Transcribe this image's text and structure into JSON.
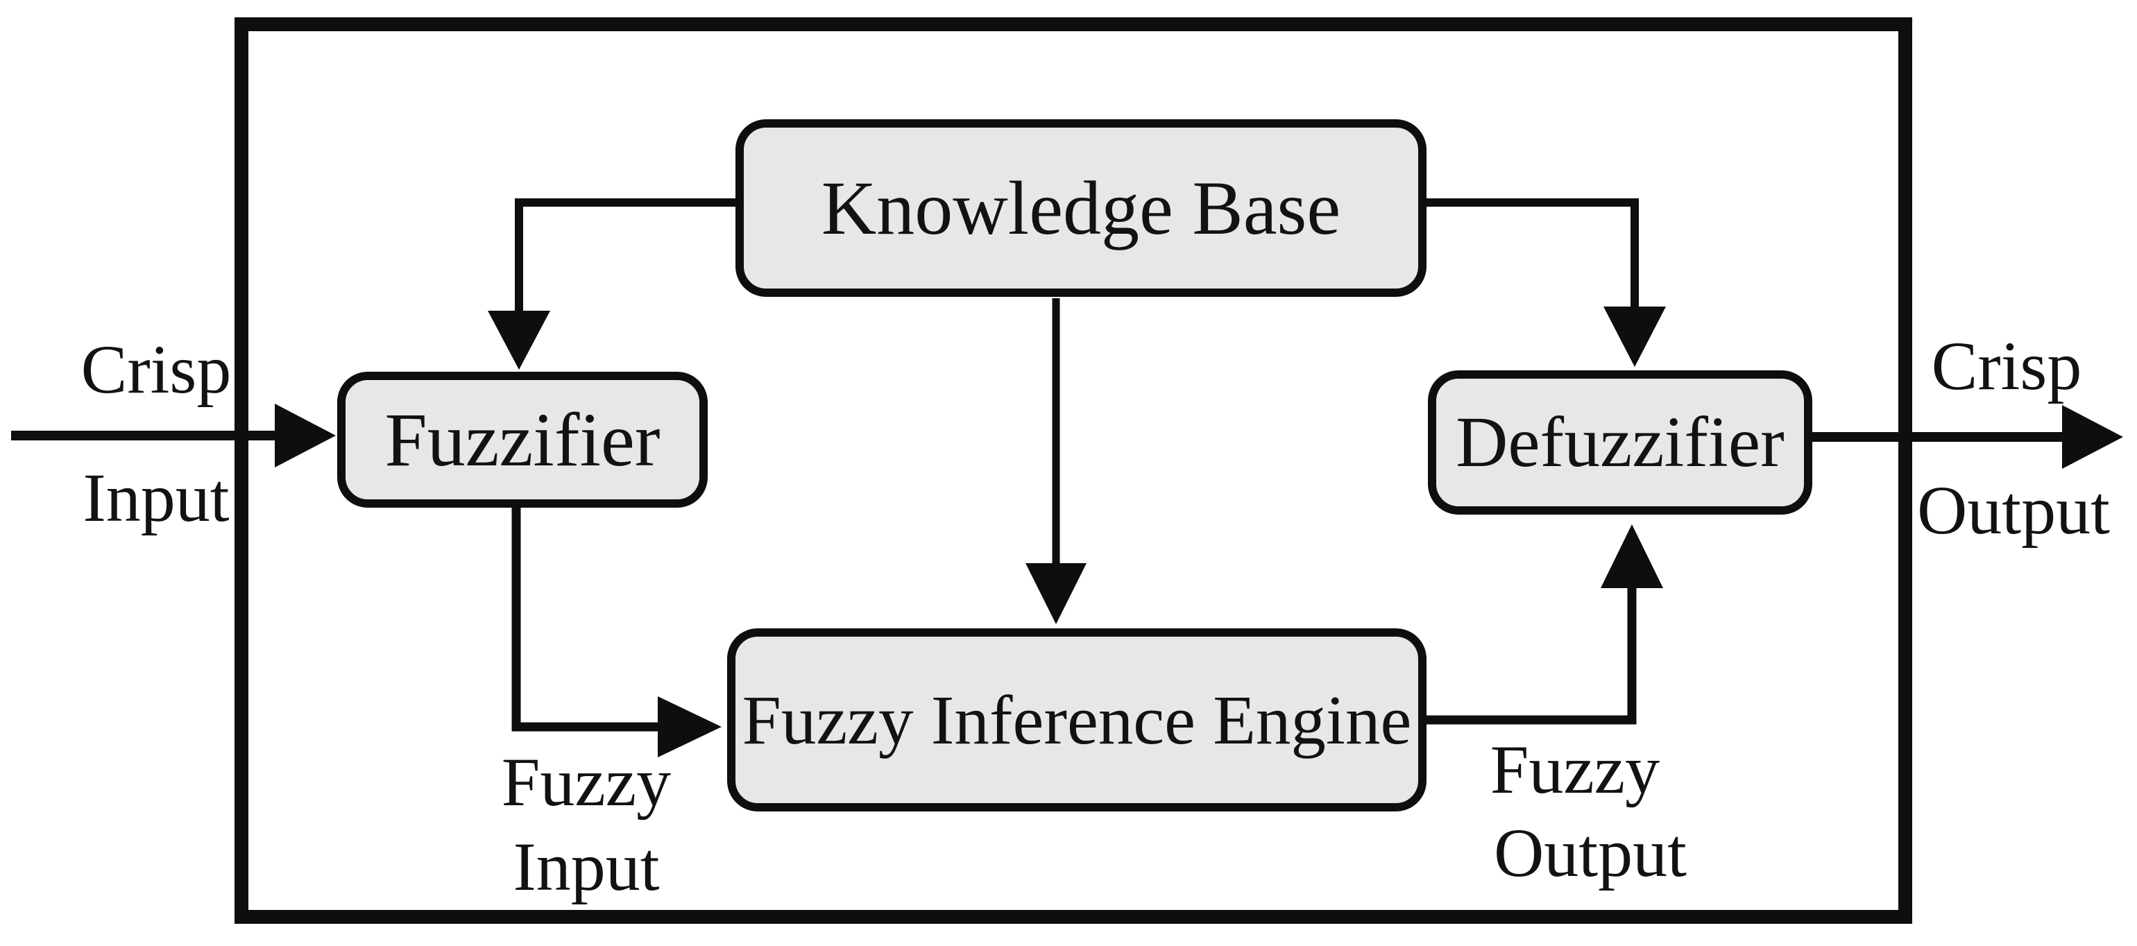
{
  "diagram": {
    "type": "block-diagram",
    "subject": "Fuzzy logic system architecture",
    "boxes": {
      "knowledge_base": {
        "label": "Knowledge Base"
      },
      "fuzzifier": {
        "label": "Fuzzifier"
      },
      "defuzzifier": {
        "label": "Defuzzifier"
      },
      "fuzzy_inference_engine": {
        "label": "Fuzzy Inference Engine"
      }
    },
    "io_labels": {
      "crisp_input": {
        "word1": "Crisp",
        "word2": "Input"
      },
      "crisp_output": {
        "word1": "Crisp",
        "word2": "Output"
      },
      "fuzzy_input": {
        "word1": "Fuzzy",
        "word2": "Input"
      },
      "fuzzy_output": {
        "word1": "Fuzzy",
        "word2": "Output"
      }
    },
    "edges": [
      {
        "from": "crisp-input",
        "to": "fuzzifier"
      },
      {
        "from": "knowledge-base",
        "to": "fuzzifier"
      },
      {
        "from": "knowledge-base",
        "to": "fuzzy-inference-engine"
      },
      {
        "from": "knowledge-base",
        "to": "defuzzifier"
      },
      {
        "from": "fuzzifier",
        "to": "fuzzy-inference-engine",
        "label": "Fuzzy Input"
      },
      {
        "from": "fuzzy-inference-engine",
        "to": "defuzzifier",
        "label": "Fuzzy Output"
      },
      {
        "from": "defuzzifier",
        "to": "crisp-output"
      }
    ],
    "colors": {
      "stroke": "#0e0e0e",
      "box_fill": "#e8e6e6",
      "background": "#ffffff"
    }
  }
}
